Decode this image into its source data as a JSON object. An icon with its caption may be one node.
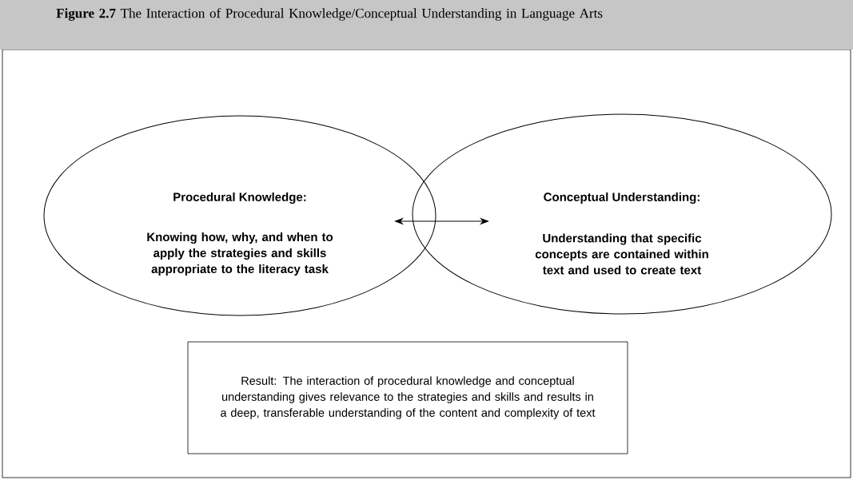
{
  "diagram": {
    "title": "**Figure 2.7** The Interaction of Procedural Knowledge/Conceptual Understanding in Language Arts",
    "nodes": [
      {
        "text": [
          "Procedural Knowledge:",
          "Knowing how, why, and when to apply the strategies and skills appropriate to the literacy task"
        ]
      },
      {
        "text": [
          "Conceptual Understanding:",
          "Understanding that specific concepts are contained within text and used to create text"
        ]
      },
      {
        "text": [
          "Result: The interaction of procedural knowledge and conceptual understanding gives relevance to the strategies and skills and results in a deep, transferable understanding of the content and complexity of text"
        ]
      }
    ],
    "edges": [
      {
        "from": 0,
        "to": 1,
        "arrow": "both"
      }
    ]
  }
}
